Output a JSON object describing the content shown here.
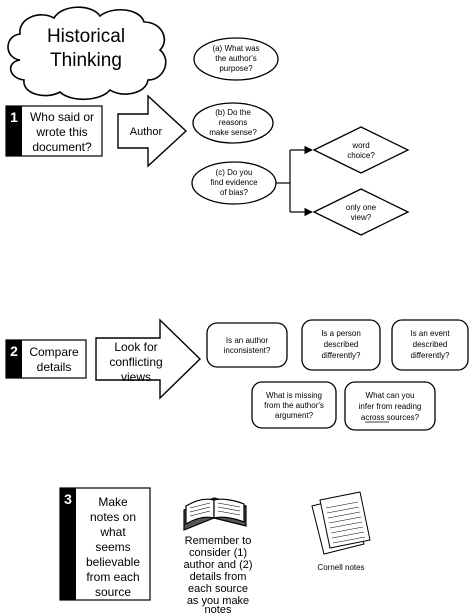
{
  "title": {
    "line1": "Historical",
    "line2": "Thinking"
  },
  "step1": {
    "number": "1",
    "prompt": [
      "Who said or",
      "wrote this",
      "document?"
    ],
    "arrow_label": "Author",
    "questions": {
      "purpose": [
        "(a) What was",
        "the author's",
        "purpose?"
      ],
      "sense": [
        "(b) Do the",
        "reasons",
        "make sense?"
      ],
      "bias": [
        "(c) Do you",
        "find evidence",
        "of bias?"
      ]
    },
    "bias_options": {
      "word_choice": [
        "word",
        "choice?"
      ],
      "one_view": [
        "only one",
        "view?"
      ]
    }
  },
  "step2": {
    "number": "2",
    "prompt": [
      "Compare",
      "details"
    ],
    "arrow_label": [
      "Look for",
      "conflicting",
      "views"
    ],
    "questions": {
      "inconsistent": [
        "Is an author",
        "inconsistent?"
      ],
      "person": [
        "Is a person",
        "described",
        "differently?"
      ],
      "event": [
        "Is an event",
        "described",
        "differently?"
      ],
      "missing": [
        "What is missing",
        "from the author's",
        "argument?"
      ],
      "infer": [
        "What can you",
        "infer from reading",
        "across sources?"
      ]
    }
  },
  "step3": {
    "number": "3",
    "prompt": [
      "Make",
      "notes on",
      "what",
      "seems",
      "believable",
      "from each",
      "source"
    ],
    "reminder": [
      "Remember to",
      "consider (1)",
      "author and (2)",
      "details from",
      "each source",
      "as you make",
      "notes"
    ],
    "cornell_label": "Cornell notes"
  },
  "icons": [
    "cloud-icon",
    "open-book-icon",
    "cornell-notes-icon",
    "arrow-right-icon"
  ]
}
